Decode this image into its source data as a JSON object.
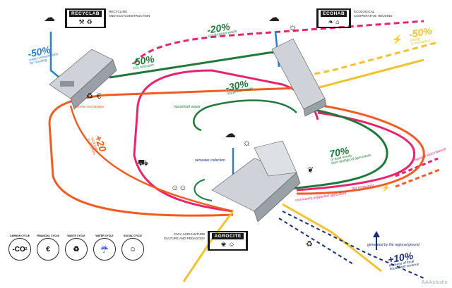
{
  "hubs": {
    "recyclab": {
      "title": "RECYCLAB",
      "subtitle_line1": "RECYCLING",
      "subtitle_line2": "AND ECO-CONSTRUCTION"
    },
    "ecohab": {
      "title": "ECOHAB",
      "subtitle_line1": "ECOLOGICAL",
      "subtitle_line2": "COOPERATIVE HOUSING"
    },
    "agrocite": {
      "title": "AGROCITE",
      "subtitle_line1": "CIVIV AGRICULTURE",
      "subtitle_line2": "CULTURE AND PEDAGOGY"
    }
  },
  "stats": {
    "water": {
      "value": "-50%",
      "label_line1": "water consumption",
      "label_line2": "for housing"
    },
    "co2": {
      "value": "-50%",
      "label": "CO₂ emission"
    },
    "construction": {
      "value": "-20%",
      "label": "construction waste"
    },
    "household": {
      "value": "-30%",
      "label": "household waste"
    },
    "energy": {
      "value": "-50%",
      "label_line1": "energy",
      "label_line2": "consumption"
    },
    "jobs": {
      "value": "+20",
      "label_line1": "local jobs",
      "label_line2": "in 10 years"
    },
    "food": {
      "value": "70%",
      "label_line1": "of food needs",
      "label_line2": "from biological agriculture"
    },
    "revenue": {
      "value": "+10%",
      "label_line1": "increase of local",
      "label_line2": "household revenue"
    }
  },
  "small_labels": {
    "household_waste": "household waste",
    "rainwater": "rainwater collection",
    "community_agri": "community-supported agriculture",
    "bar_restaurant": "bar restaurant",
    "regional_food": "regional food network",
    "generated": "generated by the regional ground",
    "services": "service exchanges"
  },
  "legend": [
    {
      "caption": "carbon cycle",
      "symbol": "-CO",
      "sub": "2"
    },
    {
      "caption": "financial cycle",
      "symbol": "€",
      "sub": ""
    },
    {
      "caption": "waste cycle",
      "symbol": "♻",
      "sub": ""
    },
    {
      "caption": "water cycle",
      "symbol": "☔",
      "sub": ""
    },
    {
      "caption": "social cycle",
      "symbol": "☺",
      "sub": ""
    }
  ],
  "watermark": "AAAstudio",
  "colors": {
    "magenta": "#e8246e",
    "orange": "#f25c22",
    "green": "#1f7a3a",
    "yellow": "#f2c230",
    "navy": "#1a2e7a",
    "blue": "#2a7fd0",
    "building": "#b8bcc4"
  }
}
